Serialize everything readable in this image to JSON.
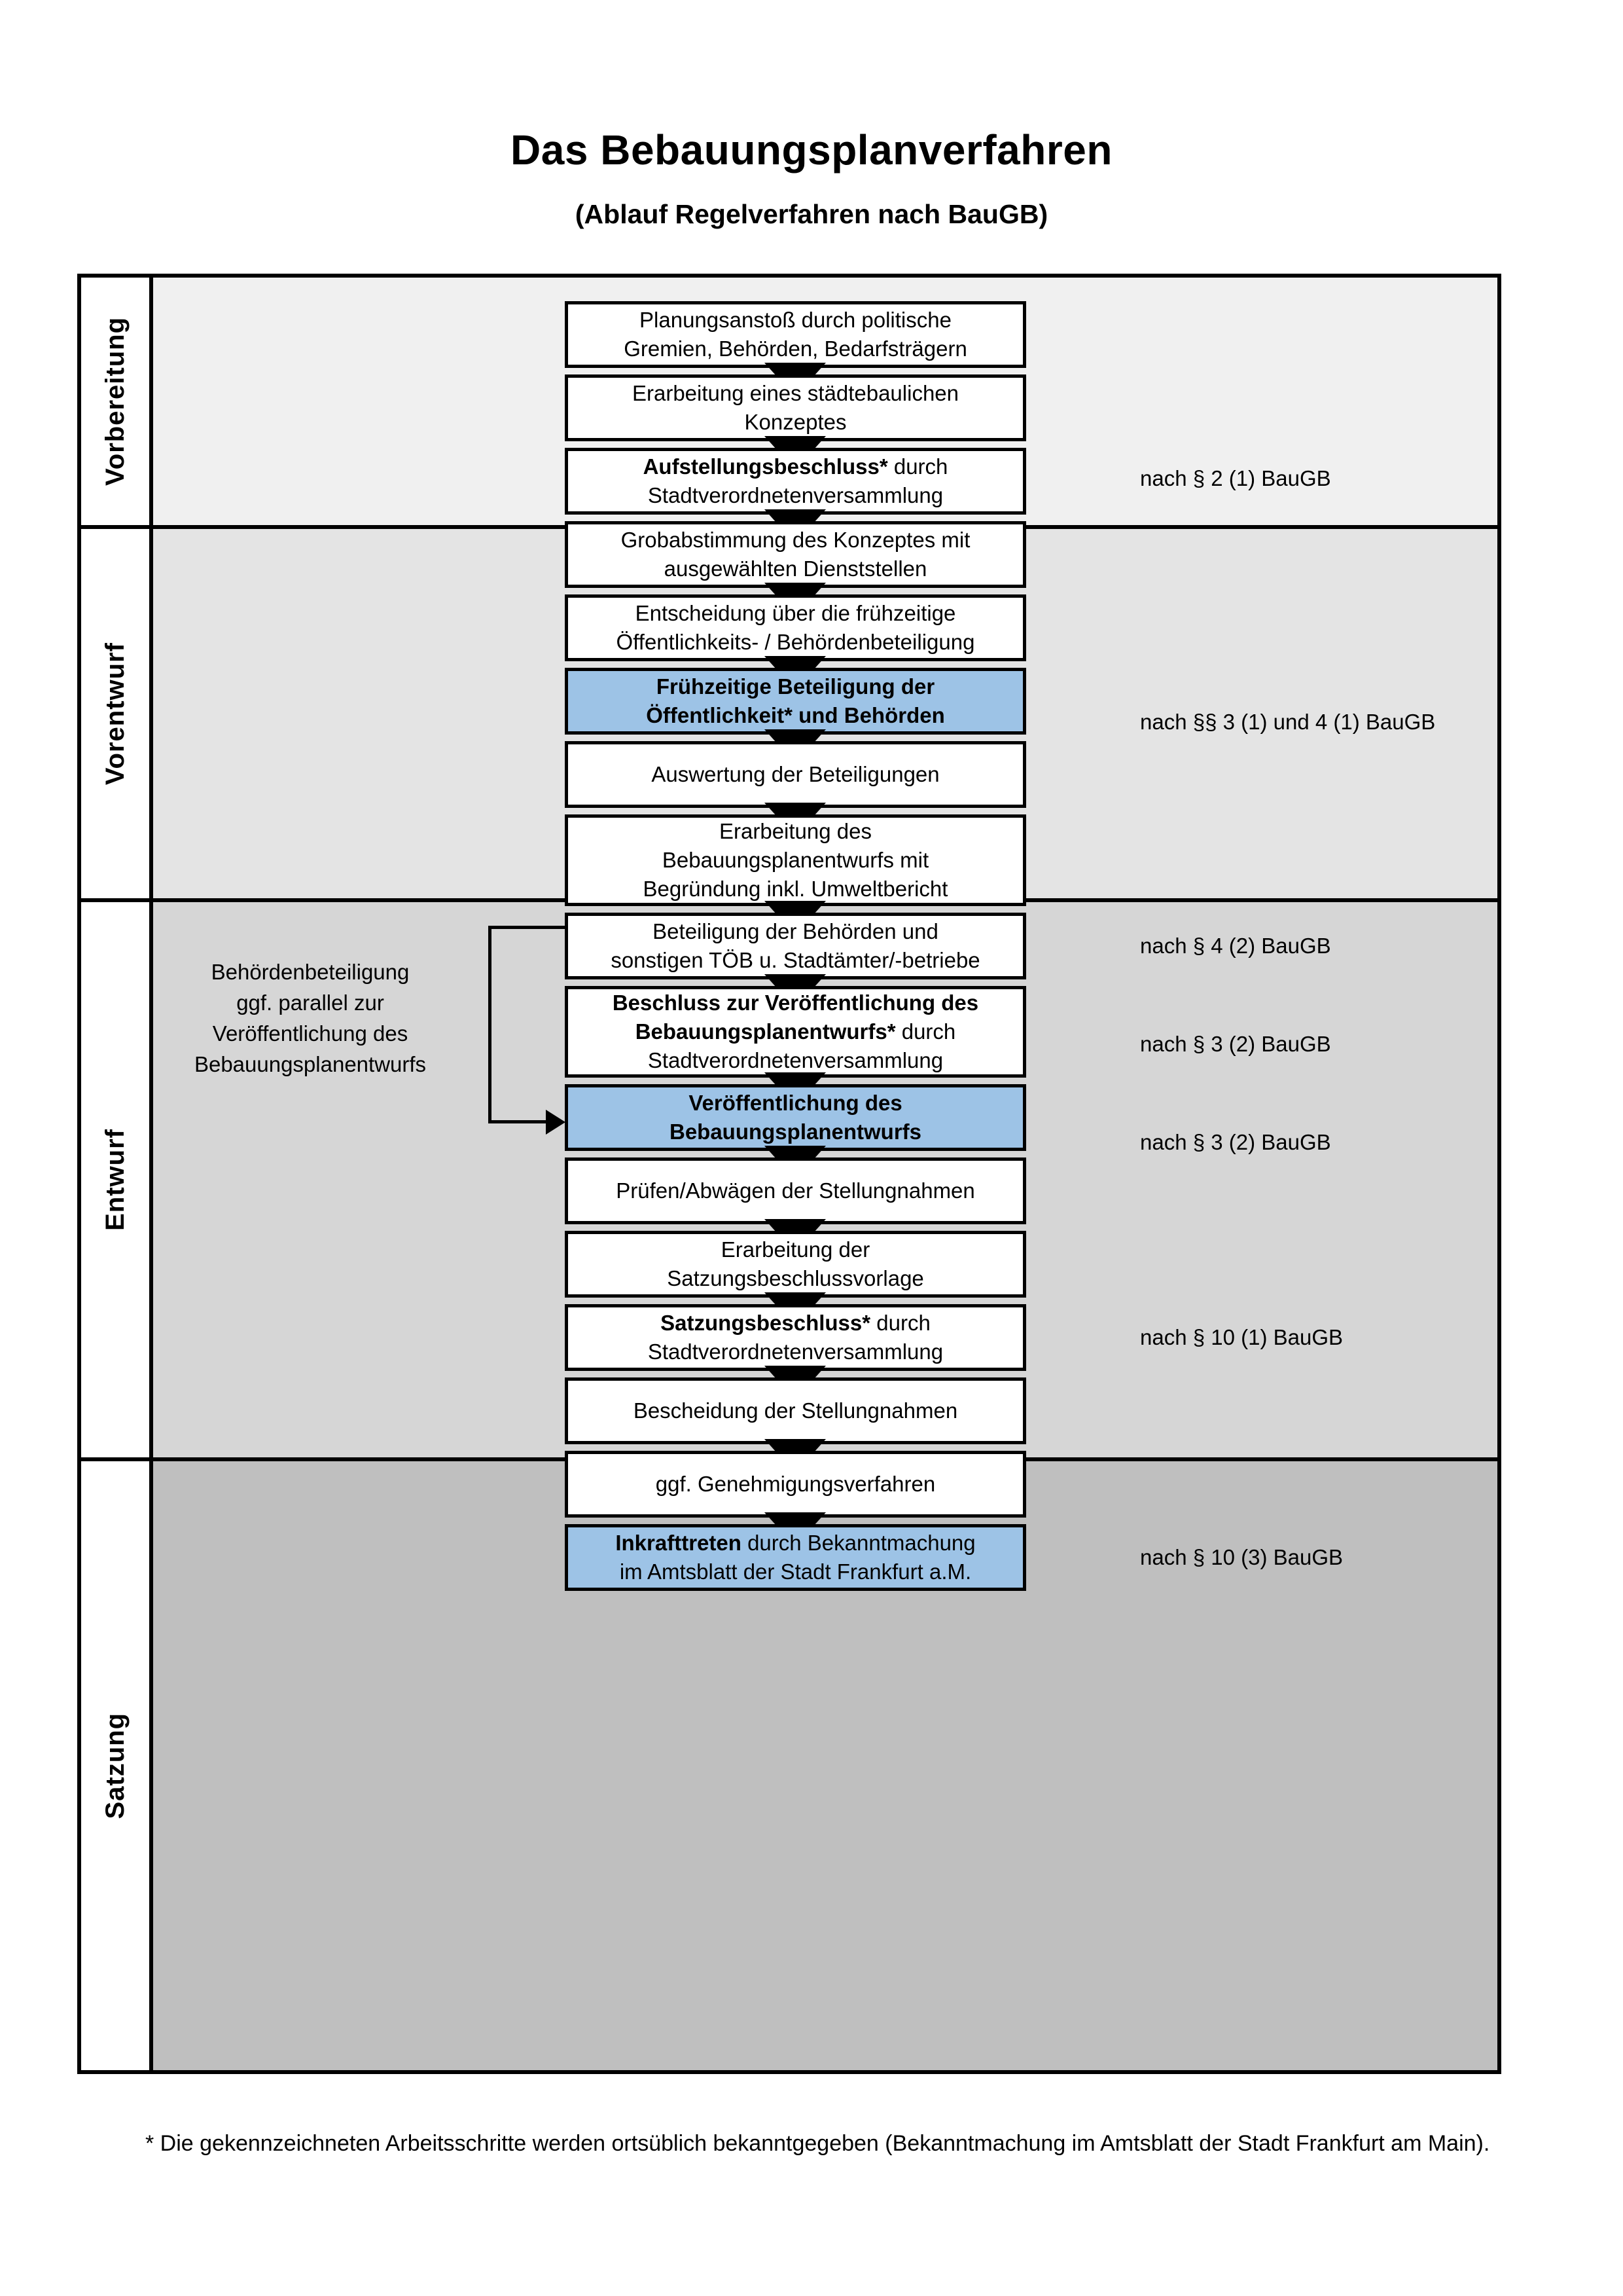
{
  "header": {
    "title": "Das Bebauungsplanverfahren",
    "subtitle": "(Ablauf Regelverfahren nach BauGB)"
  },
  "colors": {
    "highlight_box": "#9DC3E6",
    "band_vorbereitung": "#F0F0F0",
    "band_vorentwurf": "#E4E4E4",
    "band_entwurf": "#D6D6D6",
    "band_satzung": "#BFBFBF",
    "border": "#000000"
  },
  "phases": [
    {
      "label": "Vorbereitung"
    },
    {
      "label": "Vorentwurf"
    },
    {
      "label": "Entwurf"
    },
    {
      "label": "Satzung"
    }
  ],
  "steps": [
    {
      "line1": "Planungsanstoß durch politische",
      "line2": "Gremien, Behörden, Bedarfsträgern",
      "bold1": "",
      "highlight": false
    },
    {
      "line1": "Erarbeitung eines städtebaulichen",
      "line2": "Konzeptes",
      "bold1": "",
      "highlight": false
    },
    {
      "line1": "Aufstellungsbeschluss* durch",
      "line2": "Stadtverordnetenversammlung",
      "bold1": "Aufstellungsbeschluss*",
      "rest1": " durch",
      "highlight": false
    },
    {
      "line1": "Grobabstimmung des Konzeptes mit",
      "line2": "ausgewählten Dienststellen",
      "bold1": "",
      "highlight": false
    },
    {
      "line1": "Entscheidung über die frühzeitige",
      "line2": "Öffentlichkeits- / Behördenbeteiligung",
      "bold1": "",
      "highlight": false
    },
    {
      "line1": "Frühzeitige Beteiligung der",
      "line2": "Öffentlichkeit* und Behörden",
      "bold1": "all",
      "highlight": true
    },
    {
      "line1": "Auswertung der Beteiligungen",
      "line2": "",
      "bold1": "",
      "highlight": false
    },
    {
      "line1": "Erarbeitung des",
      "line2": "Bebauungsplanentwurfs mit",
      "line3": "Begründung inkl. Umweltbericht",
      "bold1": "",
      "highlight": false
    },
    {
      "line1": "Beteiligung der Behörden und",
      "line2": "sonstigen TÖB u. Stadtämter/-betriebe",
      "bold1": "",
      "highlight": false
    },
    {
      "line1": "Beschluss zur Veröffentlichung des",
      "line2": "Bebauungsplanentwurfs* durch",
      "line3": "Stadtverordnetenversammlung",
      "bold1": "Beschluss zur Veröffentlichung des Bebauungsplanentwurfs*",
      "highlight": false
    },
    {
      "line1": "Veröffentlichung des",
      "line2": "Bebauungsplanentwurfs",
      "bold1": "all",
      "highlight": true
    },
    {
      "line1": "Prüfen/Abwägen der Stellungnahmen",
      "line2": "",
      "bold1": "",
      "highlight": false
    },
    {
      "line1": "Erarbeitung der",
      "line2": "Satzungsbeschlussvorlage",
      "bold1": "",
      "highlight": false
    },
    {
      "line1": "Satzungsbeschluss* durch",
      "line2": "Stadtverordnetenversammlung",
      "bold1": "Satzungsbeschluss*",
      "rest1": " durch",
      "highlight": false
    },
    {
      "line1": "Bescheidung der Stellungnahmen",
      "line2": "",
      "bold1": "",
      "highlight": false
    },
    {
      "line1": "ggf. Genehmigungsverfahren",
      "line2": "",
      "bold1": "",
      "highlight": false
    },
    {
      "line1": "Inkrafttreten durch Bekanntmachung",
      "line2": "im Amtsblatt der Stadt Frankfurt a.M.",
      "bold1": "Inkrafttreten",
      "rest1": " durch Bekanntmachung",
      "highlight": true
    }
  ],
  "step_text": {
    "s1l1": "Planungsanstoß durch politische",
    "s1l2": "Gremien, Behörden, Bedarfsträgern",
    "s2l1": "Erarbeitung eines städtebaulichen",
    "s2l2": "Konzeptes",
    "s3b": "Aufstellungsbeschluss*",
    "s3r": " durch",
    "s3l2": "Stadtverordnetenversammlung",
    "s4l1": "Grobabstimmung des Konzeptes mit",
    "s4l2": "ausgewählten Dienststellen",
    "s5l1": "Entscheidung über die frühzeitige",
    "s5l2": "Öffentlichkeits- / Behördenbeteiligung",
    "s6l1": "Frühzeitige Beteiligung der",
    "s6l2": "Öffentlichkeit* und Behörden",
    "s7l1": "Auswertung der Beteiligungen",
    "s8l1": "Erarbeitung des",
    "s8l2": "Bebauungsplanentwurfs mit",
    "s8l3": "Begründung inkl. Umweltbericht",
    "s9l1": "Beteiligung der Behörden und",
    "s9l2": "sonstigen TÖB u. Stadtämter/-betriebe",
    "s10b1": "Beschluss zur Veröffentlichung des",
    "s10b2": "Bebauungsplanentwurfs*",
    "s10r2": " durch",
    "s10l3": "Stadtverordnetenversammlung",
    "s11l1": "Veröffentlichung des",
    "s11l2": "Bebauungsplanentwurfs",
    "s12l1": "Prüfen/Abwägen der Stellungnahmen",
    "s13l1": "Erarbeitung der",
    "s13l2": "Satzungsbeschlussvorlage",
    "s14b": "Satzungsbeschluss*",
    "s14r": " durch",
    "s14l2": "Stadtverordnetenversammlung",
    "s15l1": "Bescheidung der Stellungnahmen",
    "s16l1": "ggf. Genehmigungsverfahren",
    "s17b": "Inkrafttreten",
    "s17r": " durch Bekanntmachung",
    "s17l2": "im Amtsblatt der Stadt Frankfurt a.M."
  },
  "legal_refs": {
    "ref1": "nach § 2 (1) BauGB",
    "ref2": "nach §§ 3 (1) und 4 (1) BauGB",
    "ref3": "nach § 4 (2) BauGB",
    "ref4": "nach § 3 (2) BauGB",
    "ref5": "nach § 3 (2) BauGB",
    "ref6": "nach § 10 (1) BauGB",
    "ref7": "nach § 10 (3) BauGB"
  },
  "side_note": {
    "l1": "Behördenbeteiligung",
    "l2": "ggf. parallel zur",
    "l3": "Veröffentlichung des",
    "l4": "Bebauungsplanentwurfs"
  },
  "footnote": {
    "text": "* Die gekennzeichneten Arbeitsschritte werden ortsüblich bekanntgegeben (Bekanntmachung im Amtsblatt  der Stadt Frankfurt am Main)."
  }
}
